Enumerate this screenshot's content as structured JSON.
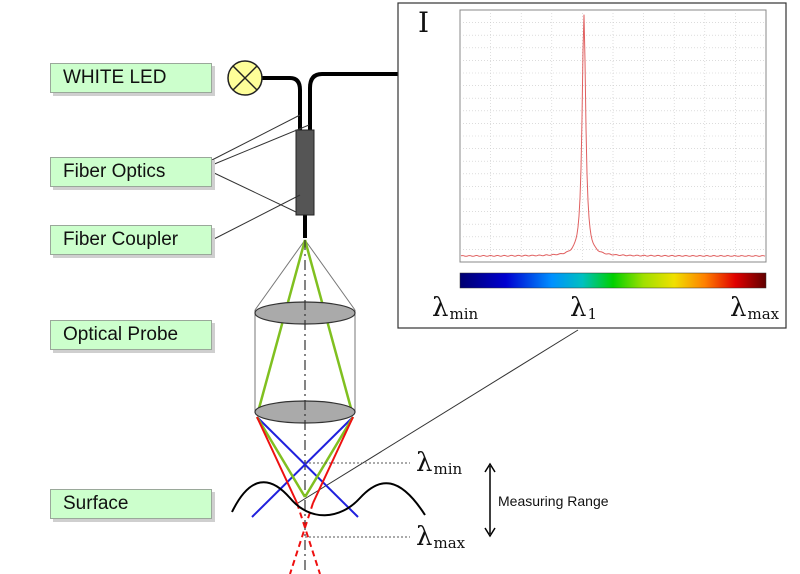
{
  "labels": {
    "white_led": "WHITE LED",
    "fiber_optics": "Fiber Optics",
    "fiber_coupler": "Fiber Coupler",
    "optical_probe": "Optical Probe",
    "surface": "Surface"
  },
  "spectrum": {
    "intensity_symbol": "I",
    "lambda_min": {
      "symbol": "λ",
      "sub": "min"
    },
    "lambda_1": {
      "symbol": "λ",
      "sub": "1"
    },
    "lambda_max": {
      "symbol": "λ",
      "sub": "max"
    },
    "peak_position": 0.405,
    "line_color": "#e06060"
  },
  "measurement": {
    "lambda_min": {
      "symbol": "λ",
      "sub": "min"
    },
    "lambda_max": {
      "symbol": "λ",
      "sub": "max"
    },
    "range_label": "Measuring Range"
  },
  "colors": {
    "label_fill": "#ccffcc",
    "led_fill": "#ffff99",
    "lens_fill": "#aaaaaa",
    "green_ray": "#80c020",
    "blue_ray": "#2020dd",
    "red_ray": "#ee1010"
  }
}
